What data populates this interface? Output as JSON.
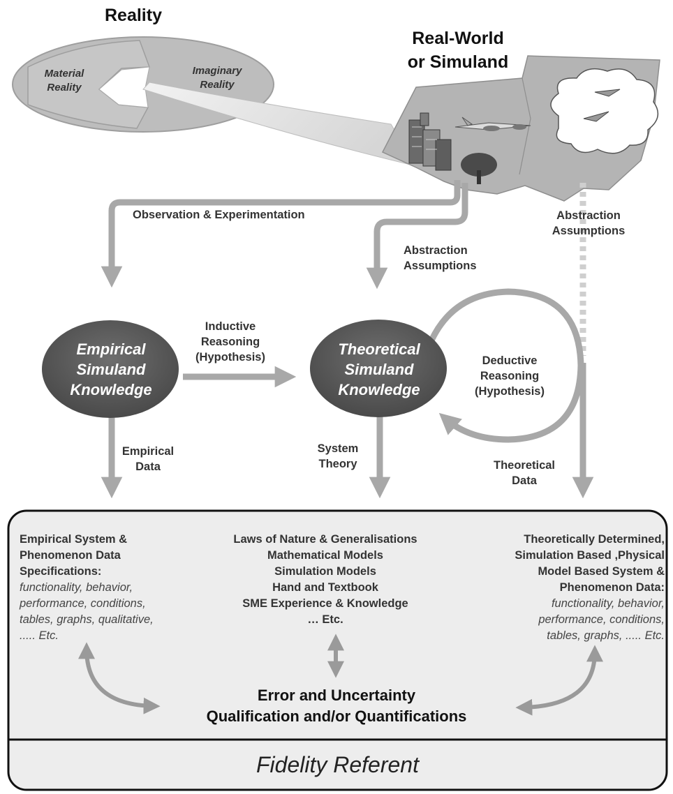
{
  "reality": {
    "title": "Reality",
    "material": [
      "Material",
      "Reality"
    ],
    "imaginary": [
      "Imaginary",
      "Reality"
    ]
  },
  "simuland": {
    "title": [
      "Real-World",
      "or Simuland"
    ]
  },
  "arrows": {
    "observation": "Observation & Experimentation",
    "abstraction_mid": [
      "Abstraction",
      "Assumptions"
    ],
    "abstraction_right": [
      "Abstraction",
      "Assumptions"
    ],
    "inductive": [
      "Inductive",
      "Reasoning",
      "(Hypothesis)"
    ],
    "deductive": [
      "Deductive",
      "Reasoning",
      "(Hypothesis)"
    ],
    "empirical_data": [
      "Empirical",
      "Data"
    ],
    "system_theory": [
      "System",
      "Theory"
    ],
    "theoretical_data": [
      "Theoretical",
      "Data"
    ]
  },
  "nodes": {
    "empirical": [
      "Empirical",
      "Simuland",
      "Knowledge"
    ],
    "theoretical": [
      "Theoretical",
      "Simuland",
      "Knowledge"
    ]
  },
  "referent": {
    "left_bold": [
      "Empirical System &",
      "Phenomenon Data",
      "Specifications:"
    ],
    "left_italic": [
      "functionality, behavior,",
      "performance, conditions,",
      "tables, graphs, qualitative,",
      "..... Etc."
    ],
    "middle": [
      "Laws of Nature & Generalisations",
      "Mathematical Models",
      "Simulation Models",
      "Hand and Textbook",
      "SME Experience & Knowledge",
      "… Etc."
    ],
    "right_bold": [
      "Theoretically Determined,",
      "Simulation Based ,Physical",
      "Model Based System &",
      "Phenomenon Data:"
    ],
    "right_italic": [
      "functionality, behavior,",
      "performance, conditions,",
      "tables, graphs, ..... Etc."
    ],
    "error": [
      "Error and Uncertainty",
      "Qualification and/or Quantifications"
    ],
    "footer": "Fidelity Referent"
  }
}
